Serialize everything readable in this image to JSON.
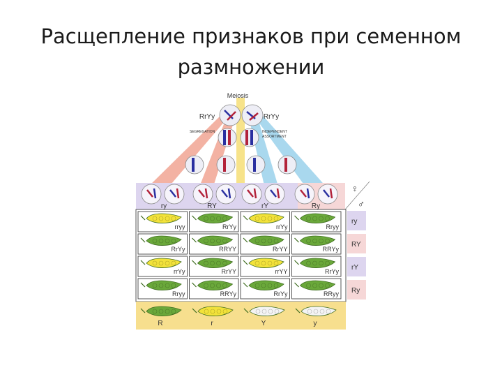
{
  "slide": {
    "title_line1": "Расщепление признаков при семенном",
    "title_line2": "размножении"
  },
  "diagram": {
    "meiosis_label": "Meiosis",
    "parent_left": "RrYy",
    "parent_right": "RrYy",
    "segregation_label": "SEGREGATION",
    "independent_label_1": "INDEPENDENT",
    "independent_label_2": "ASSORTMENT",
    "female_symbol": "♀",
    "male_symbol": "♂",
    "gametes_top": [
      "ry",
      "RY",
      "rY",
      "Ry"
    ],
    "gametes_side": [
      "ry",
      "RY",
      "rY",
      "Ry"
    ],
    "grid": [
      [
        "rryy",
        "RrYy",
        "rrYy",
        "Rryy"
      ],
      [
        "RrYy",
        "RRYY",
        "RrYY",
        "RRYy"
      ],
      [
        "rrYy",
        "RrYY",
        "rrYY",
        "RrYy"
      ],
      [
        "Rryy",
        "RRYy",
        "RrYy",
        "RRyy"
      ]
    ],
    "pod_colors": [
      [
        "yellow",
        "green",
        "yellow",
        "green"
      ],
      [
        "green",
        "green",
        "green",
        "green"
      ],
      [
        "yellow",
        "green",
        "yellow",
        "green"
      ],
      [
        "green",
        "green",
        "green",
        "green"
      ]
    ],
    "key_labels": [
      "R",
      "r",
      "Y",
      "y"
    ],
    "key_pod_colors": [
      "green",
      "yellow",
      "white",
      "white"
    ],
    "colors": {
      "pod_green": "#6aa83a",
      "pod_yellow": "#f2e23a",
      "pod_white": "#f4f4f4",
      "lilac": "#ddd5ef",
      "pink": "#f6d7d7",
      "key_band": "#f7df8e",
      "ray_red": "#f3b2a3",
      "ray_yellow": "#f7e38a",
      "ray_blue": "#a9d8ee"
    }
  }
}
